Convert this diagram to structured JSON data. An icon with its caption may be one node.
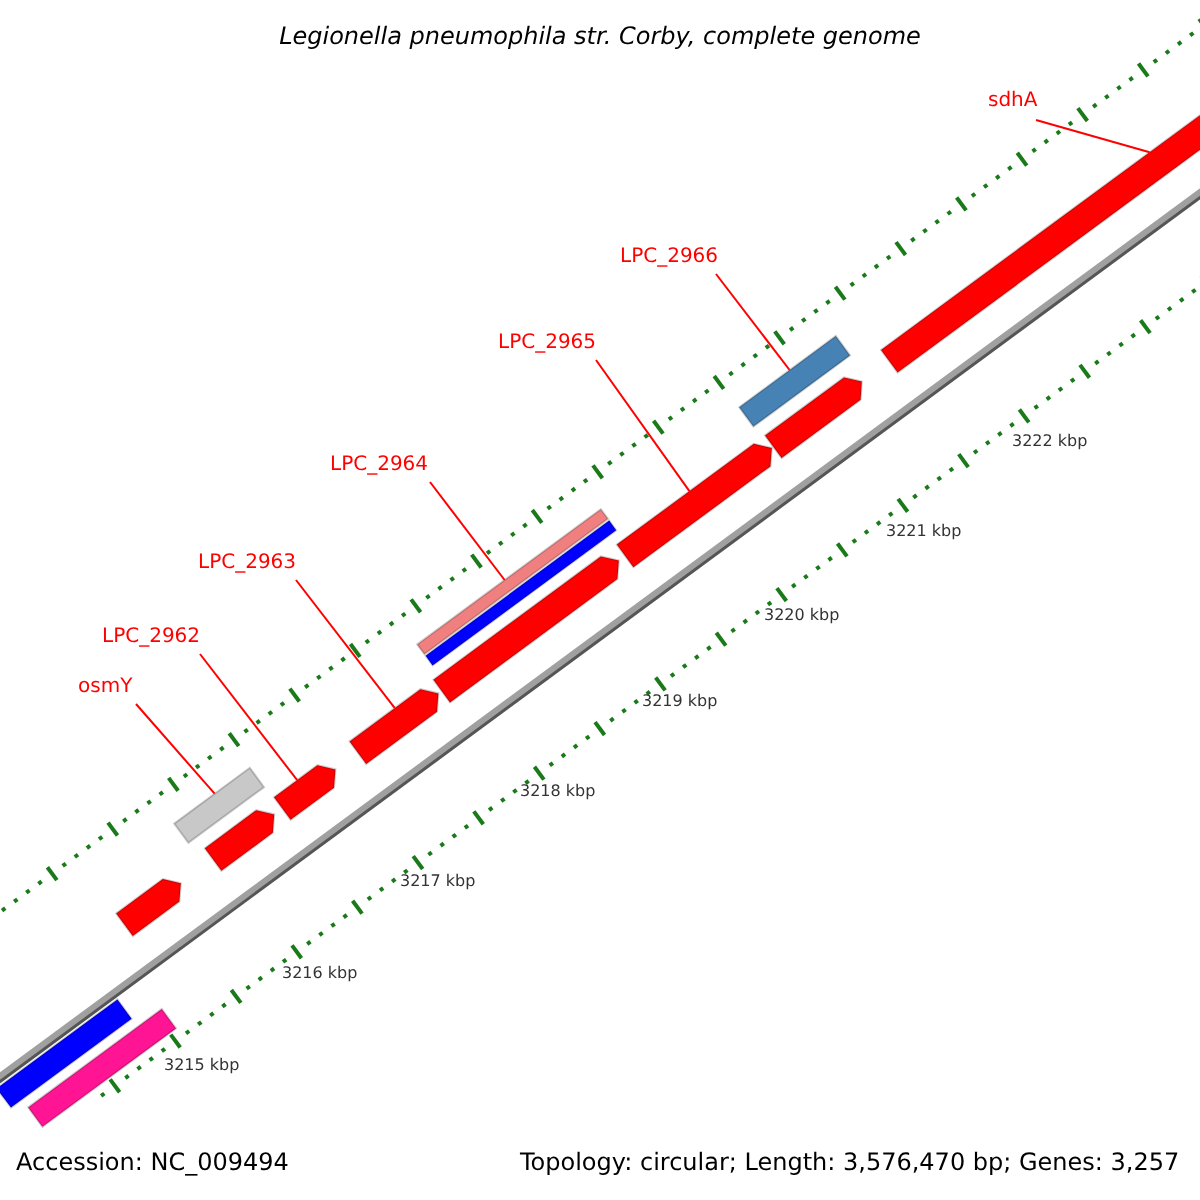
{
  "diagram": {
    "title": "Legionella pneumophila str. Corby, complete genome",
    "nodes": [
      {
        "text": [
          "sdhA"
        ]
      },
      {
        "text": [
          "LPC_2966"
        ]
      },
      {
        "text": [
          "LPC_2965"
        ]
      },
      {
        "text": [
          "LPC_2964"
        ]
      },
      {
        "text": [
          "LPC_2963"
        ]
      },
      {
        "text": [
          "LPC_2962"
        ]
      },
      {
        "text": [
          "osmY"
        ]
      },
      {
        "text": [],
        "shape": "bar"
      },
      {
        "text": [],
        "shape": "bar"
      },
      {
        "text": [],
        "shape": "bar"
      },
      {
        "text": [],
        "shape": "bar"
      },
      {
        "text": [],
        "shape": "bar"
      },
      {
        "text": [],
        "shape": "bar"
      },
      {
        "text": [],
        "shape": "bar"
      },
      {
        "text": [],
        "shape": "bar"
      },
      {
        "text": [],
        "shape": "bar"
      },
      {
        "text": [],
        "shape": "bar"
      },
      {
        "text": [],
        "shape": "bar"
      },
      {
        "text": [],
        "shape": "bar"
      },
      {
        "text": [],
        "shape": "bar"
      },
      {
        "text": [],
        "shape": "bar"
      }
    ],
    "edges": [
      {
        "from": 0,
        "to": 20,
        "arrow": "none"
      },
      {
        "from": 1,
        "to": 18,
        "arrow": "none"
      },
      {
        "from": 2,
        "to": 17,
        "arrow": "none"
      },
      {
        "from": 3,
        "to": 15,
        "arrow": "none"
      },
      {
        "from": 4,
        "to": 13,
        "arrow": "none"
      },
      {
        "from": 5,
        "to": 12,
        "arrow": "none"
      },
      {
        "from": 6,
        "to": 10,
        "arrow": "none"
      }
    ],
    "labels": [
      "3222 kbp",
      "3221 kbp",
      "3220 kbp",
      "3219 kbp",
      "3218 kbp",
      "3217 kbp",
      "3216 kbp",
      "3215 kbp",
      "Accession: NC_009494",
      "Topology: circular; Length: 3,576,470 bp; Genes: 3,257"
    ]
  }
}
